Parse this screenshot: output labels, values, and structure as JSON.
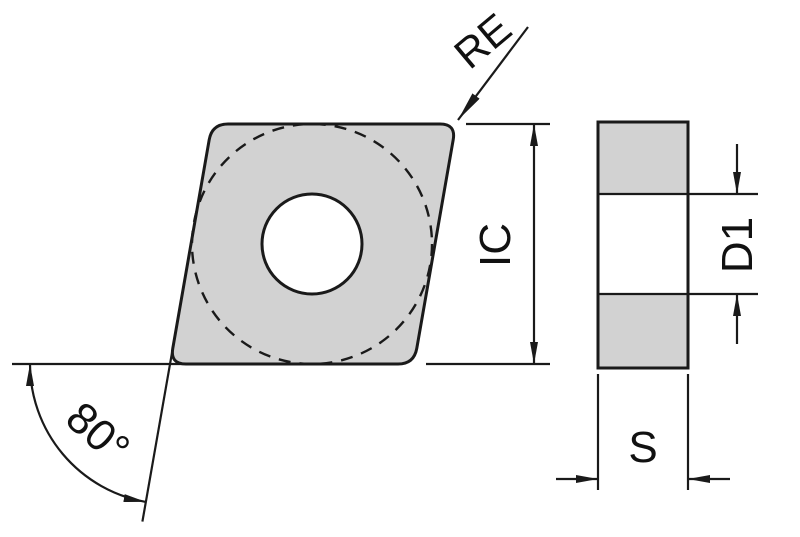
{
  "diagram": {
    "front_view": {
      "corner_radius_label": "RE",
      "inscribed_circle_label": "IC",
      "angle_label": "80°"
    },
    "side_view": {
      "hole_diameter_label": "D1",
      "thickness_label": "S"
    },
    "colors": {
      "line": "#1a1a1a",
      "insert_fill": "#d2d2d2",
      "hole_fill": "#ffffff",
      "background": "#ffffff"
    }
  }
}
